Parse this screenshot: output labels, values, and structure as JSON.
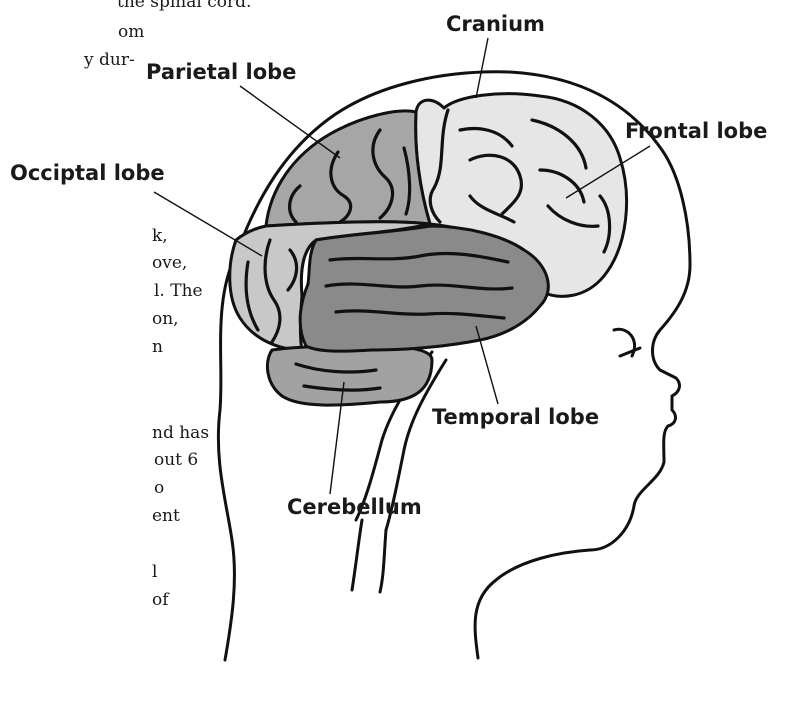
{
  "page_text": [
    {
      "id": "top",
      "text": "the spinal cord."
    },
    {
      "id": "l1",
      "text": "om"
    },
    {
      "id": "l2",
      "text": "y dur-"
    },
    {
      "id": "l3",
      "text": "k,"
    },
    {
      "id": "l4",
      "text": "ove,"
    },
    {
      "id": "l5",
      "text": "l. The"
    },
    {
      "id": "l6",
      "text": "on,"
    },
    {
      "id": "l7",
      "text": "n"
    },
    {
      "id": "l8",
      "text": "nd has"
    },
    {
      "id": "l9",
      "text": "out 6"
    },
    {
      "id": "l10",
      "text": "o"
    },
    {
      "id": "l11",
      "text": "ent"
    },
    {
      "id": "l12",
      "text": "l"
    },
    {
      "id": "l13",
      "text": "of"
    }
  ],
  "labels": {
    "cranium": "Cranium",
    "parietal": "Parietal lobe",
    "frontal": "Frontal lobe",
    "occipital": "Occiptal lobe",
    "temporal": "Temporal lobe",
    "cerebellum": "Cerebellum"
  },
  "colors": {
    "frontal": "#e6e6e6",
    "parietal": "#a6a6a6",
    "occipital": "#c8c8c8",
    "temporal": "#8a8a8a",
    "cerebellum": "#a2a2a2"
  }
}
